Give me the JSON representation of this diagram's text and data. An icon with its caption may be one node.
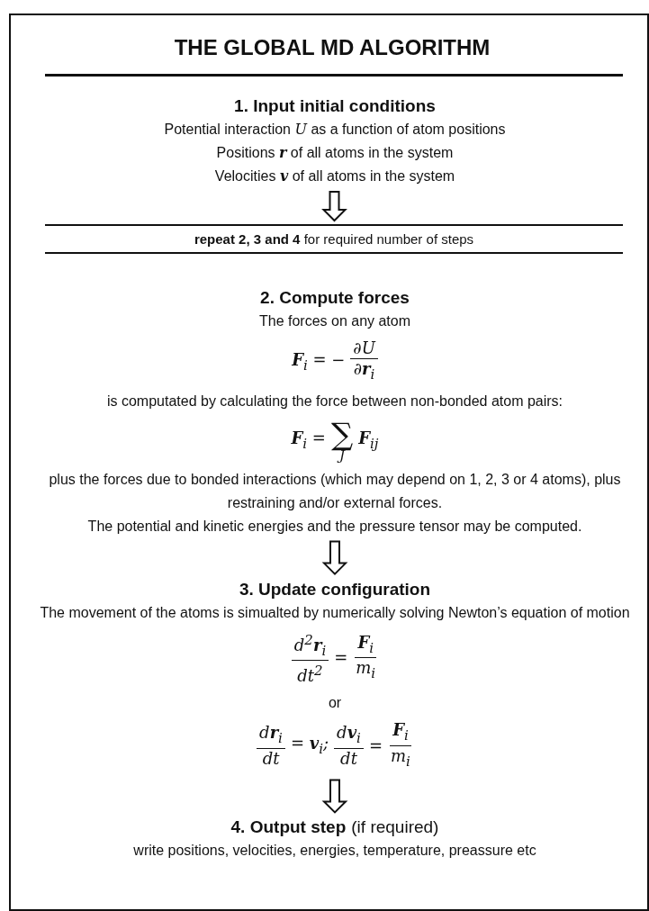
{
  "diagram": {
    "title": "THE GLOBAL MD ALGORITHM",
    "nodes": [
      {
        "text": [],
        "shape": "box"
      },
      {
        "text": [
          "1. Input initial conditions",
          "Potential interaction *U* as a function of atom positions",
          "Positions **r** of all atoms in the system",
          "Velocities **v** of all atoms in the system"
        ],
        "in": 0
      },
      {
        "text": [
          "**repeat 2, 3 and 4** for required number of steps"
        ],
        "in": 0
      },
      {
        "text": [
          "2. Compute forces",
          "The forces on any atom",
          "**F**$_{i}$ = −",
          "∂U",
          "∂**r**$_{i}$",
          "is computated by calculating the force between non-bonded atom pairs:",
          "**F**$_{i}$ =",
          "∑",
          "J",
          "**F**$_{ij}$",
          "plus the forces due to bonded interactions (which may depend on 1, 2, 3 or 4 atoms), plus restraining and/or external forces.",
          "The potential and kinetic energies and the pressure tensor may be computed."
        ],
        "in": 0
      },
      {
        "text": [
          "3. Update configuration",
          "The movement of the atoms is simualted by numerically solving Newton’s equation of motion",
          "d$^{2}$**r**$_{i}$",
          "dt$^{2}$",
          "=",
          "**F**$_{i}$",
          "m$_{i}$",
          "or",
          "d**r**$_{i}$",
          "dt",
          "= **v**$_{i}$;",
          "d**v**$_{i}$",
          "dt",
          "=",
          "**F**$_{i}$",
          "m$_{i}$"
        ],
        "in": 0
      },
      {
        "text": [
          "4. Output step",
          "(if required)",
          "write positions, velocities, energies, temperature, preassure etc"
        ],
        "in": 0
      }
    ],
    "edges": [
      {
        "from": 1,
        "to": 2,
        "arrow": "to"
      },
      {
        "from": 3,
        "to": 4,
        "arrow": "to"
      },
      {
        "from": 4,
        "to": 5,
        "arrow": "to"
      }
    ]
  }
}
